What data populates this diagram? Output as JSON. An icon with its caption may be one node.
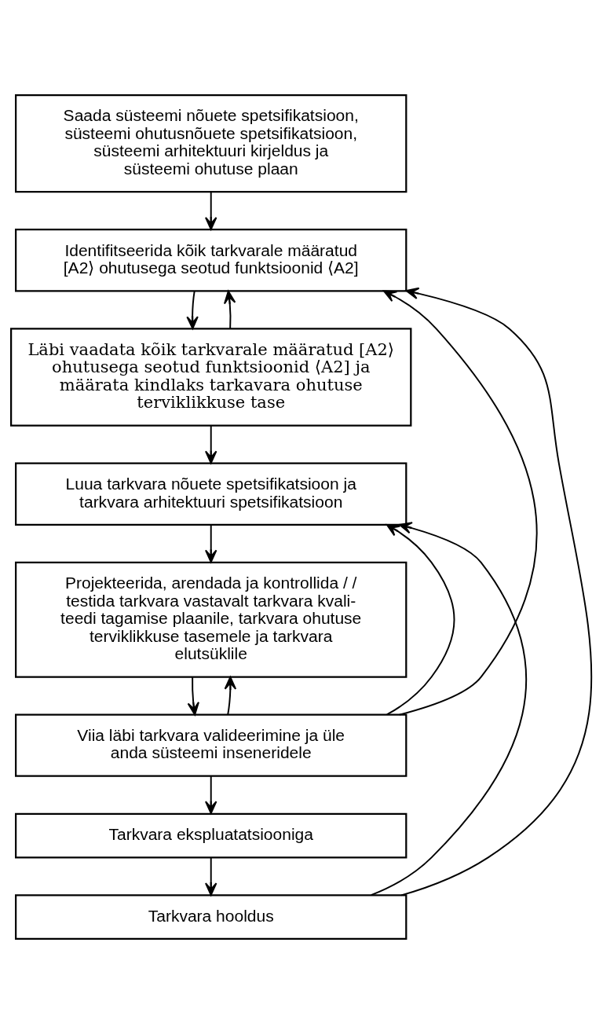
{
  "diagram": {
    "nodes": [
      {
        "text": [
          "Saada süsteemi nõuete spetsifikatsioon, süsteemi ohutusnõuete spetsifikatsioon, süsteemi arhitektuuri kirjeldus ja süsteemi ohutuse plaan"
        ]
      },
      {
        "text": [
          "Identifitseerida kõik tarkvarale määratud [A2⟩ ohutusega seotud funktsioonid ⟨A2]"
        ]
      },
      {
        "text": [
          "Läbi vaadata kõik tarkvarale määratud [A2⟩ ohutusega seotud funktsioonid ⟨A2] ja määrata kindlaks tarkavara ohutuse terviklikkuse tase"
        ]
      },
      {
        "text": [
          "Luua tarkvara nõuete spetsifikatsioon ja tarkvara arhitektuuri spetsifikatsioon"
        ]
      },
      {
        "text": [
          "Projekteerida, arendada ja kontrollida / / testida tarkvara vastavalt tarkvara kvali- teedi tagamise plaanile, tarkvara ohutuse terviklikkuse tasemele ja tarkvara elutsüklile"
        ]
      },
      {
        "text": [
          "Viia läbi tarkvara valideerimine ja üle anda süsteemi inseneridele"
        ]
      },
      {
        "text": [
          "Tarkvara ekspluatatsiooniga"
        ]
      },
      {
        "text": [
          "Tarkvara hooldus"
        ]
      }
    ],
    "edges": [
      {
        "from": 0,
        "to": 1,
        "arrow": "to"
      },
      {
        "from": 1,
        "to": 2,
        "arrow": "to"
      },
      {
        "from": 2,
        "to": 3,
        "arrow": "to"
      },
      {
        "from": 3,
        "to": 4,
        "arrow": "to"
      },
      {
        "from": 4,
        "to": 5,
        "arrow": "to"
      },
      {
        "from": 5,
        "to": 6,
        "arrow": "to"
      },
      {
        "from": 6,
        "to": 7,
        "arrow": "to"
      },
      {
        "from": 2,
        "to": 1,
        "arrow": "to"
      },
      {
        "from": 5,
        "to": 1,
        "arrow": "to"
      },
      {
        "from": 5,
        "to": 3,
        "arrow": "to"
      },
      {
        "from": 5,
        "to": 4,
        "arrow": "to"
      },
      {
        "from": 7,
        "to": 1,
        "arrow": "to"
      },
      {
        "from": 7,
        "to": 3,
        "arrow": "to"
      }
    ]
  }
}
